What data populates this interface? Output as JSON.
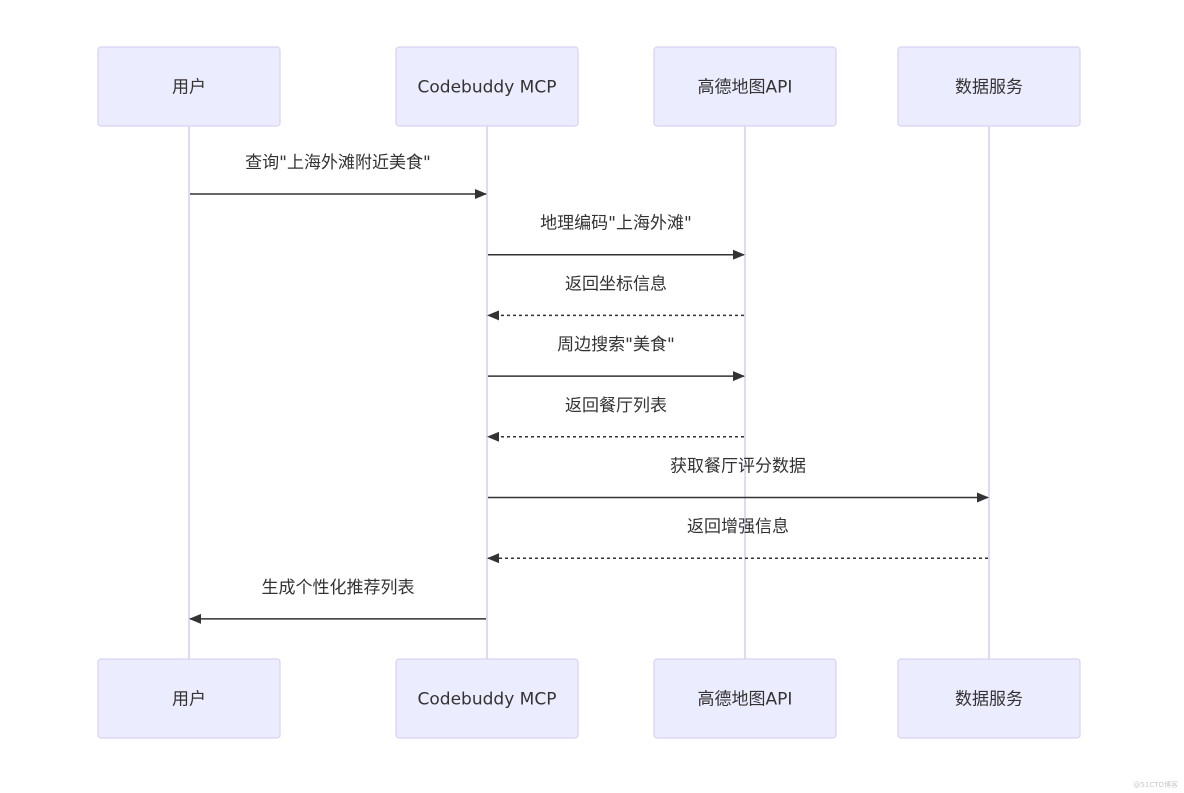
{
  "participants": [
    {
      "id": "user",
      "label": "用户"
    },
    {
      "id": "mcp",
      "label": "Codebuddy MCP"
    },
    {
      "id": "amap",
      "label": "高德地图API"
    },
    {
      "id": "data",
      "label": "数据服务"
    }
  ],
  "messages": [
    {
      "from": "user",
      "to": "mcp",
      "label": "查询\"上海外滩附近美食\"",
      "style": "solid"
    },
    {
      "from": "mcp",
      "to": "amap",
      "label": "地理编码\"上海外滩\"",
      "style": "solid"
    },
    {
      "from": "amap",
      "to": "mcp",
      "label": "返回坐标信息",
      "style": "dashed"
    },
    {
      "from": "mcp",
      "to": "amap",
      "label": "周边搜索\"美食\"",
      "style": "solid"
    },
    {
      "from": "amap",
      "to": "mcp",
      "label": "返回餐厅列表",
      "style": "dashed"
    },
    {
      "from": "mcp",
      "to": "data",
      "label": "获取餐厅评分数据",
      "style": "solid"
    },
    {
      "from": "data",
      "to": "mcp",
      "label": "返回增强信息",
      "style": "dashed"
    },
    {
      "from": "mcp",
      "to": "user",
      "label": "生成个性化推荐列表",
      "style": "solid"
    }
  ],
  "colors": {
    "box_fill": "#ECECFF",
    "box_stroke": "#D9D2F4",
    "lifeline": "#E0D8F5",
    "arrow": "#333333",
    "text": "#333333"
  },
  "watermark": "@51CTO博客"
}
